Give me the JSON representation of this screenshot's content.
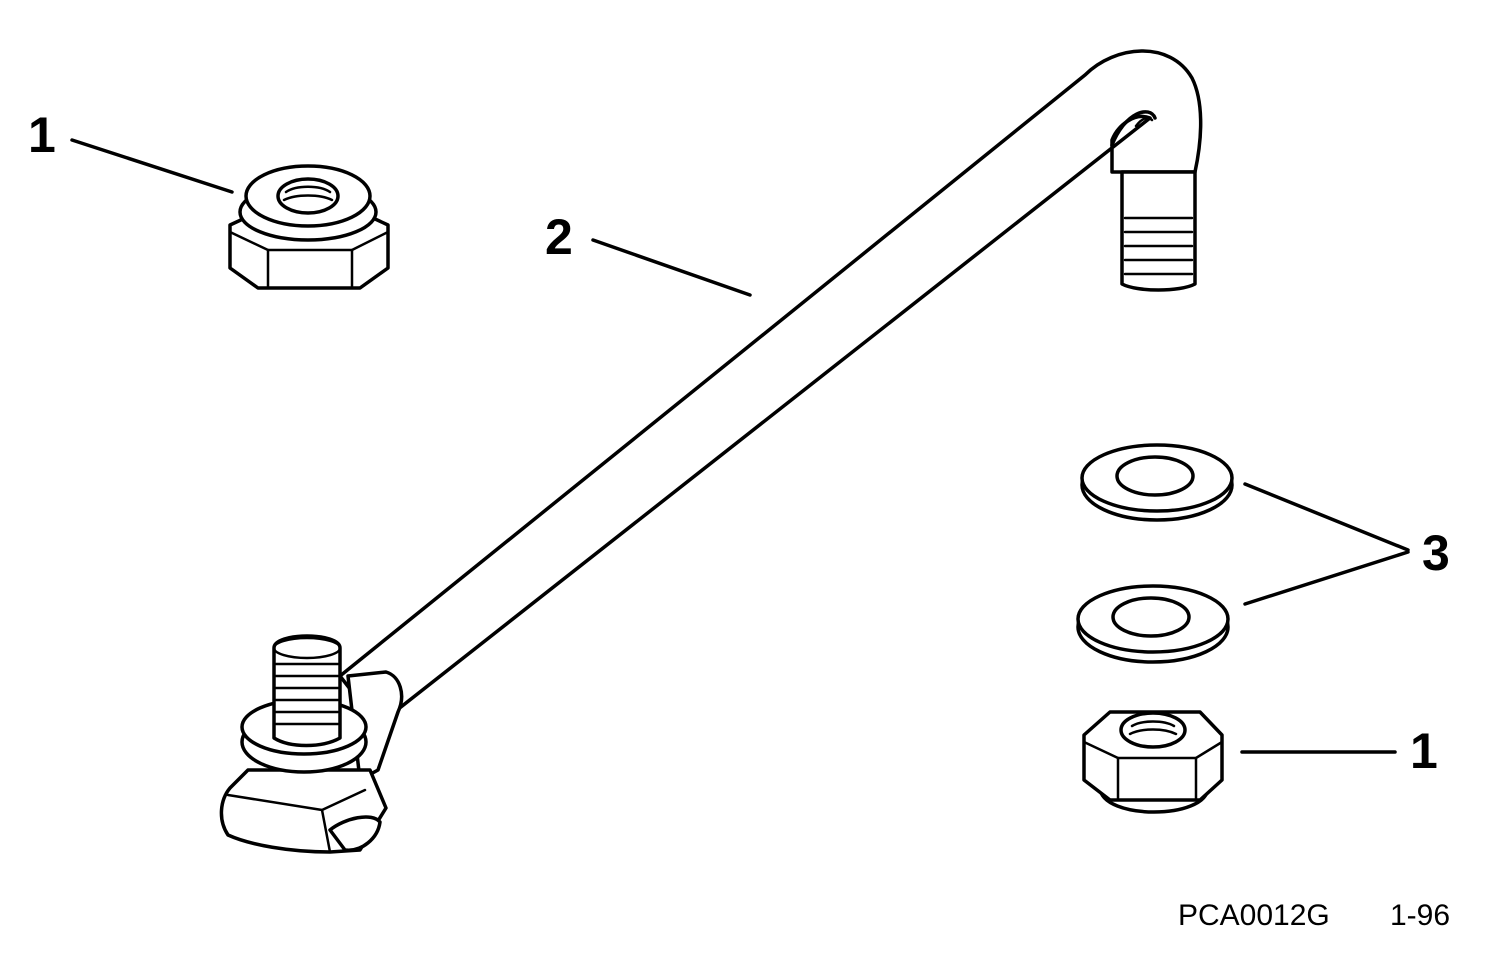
{
  "diagram": {
    "callouts": {
      "nut_top": "1",
      "link_rod": "2",
      "washers": "3",
      "nut_bottom": "1"
    },
    "figure_code": "PCA0012G",
    "revision": "1-96"
  }
}
